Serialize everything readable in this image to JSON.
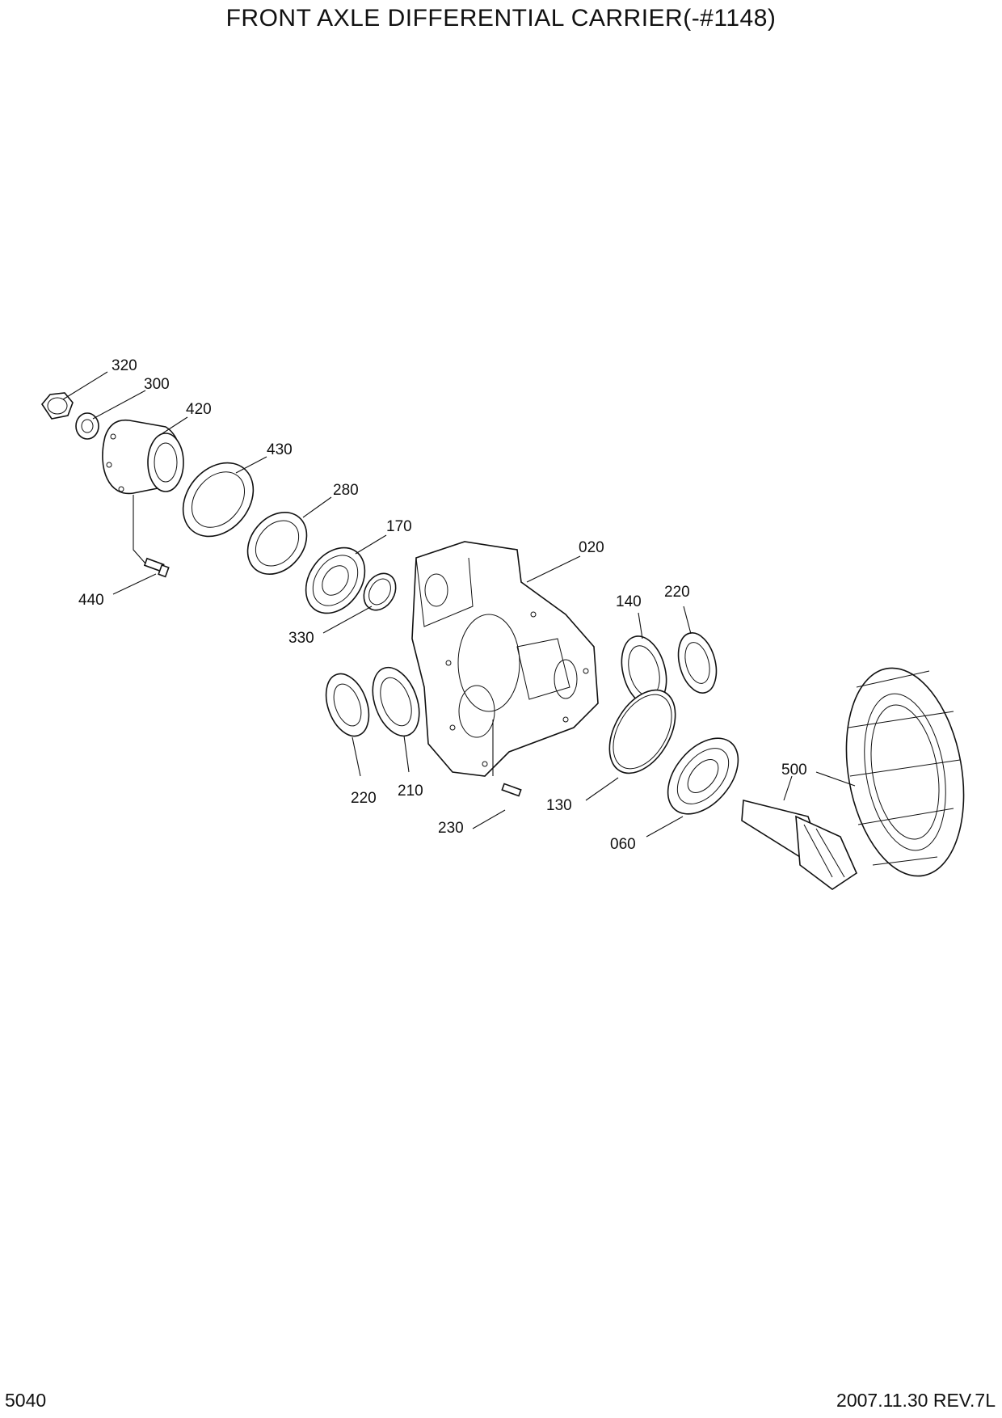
{
  "title": "FRONT AXLE DIFFERENTIAL CARRIER(-#1148)",
  "footer": {
    "page_number": "5040",
    "date_revision": "2007.11.30  REV.7L"
  },
  "part_labels": [
    "320",
    "300",
    "420",
    "430",
    "280",
    "170",
    "440",
    "330",
    "020",
    "140",
    "220",
    "220",
    "210",
    "230",
    "130",
    "500",
    "060"
  ]
}
